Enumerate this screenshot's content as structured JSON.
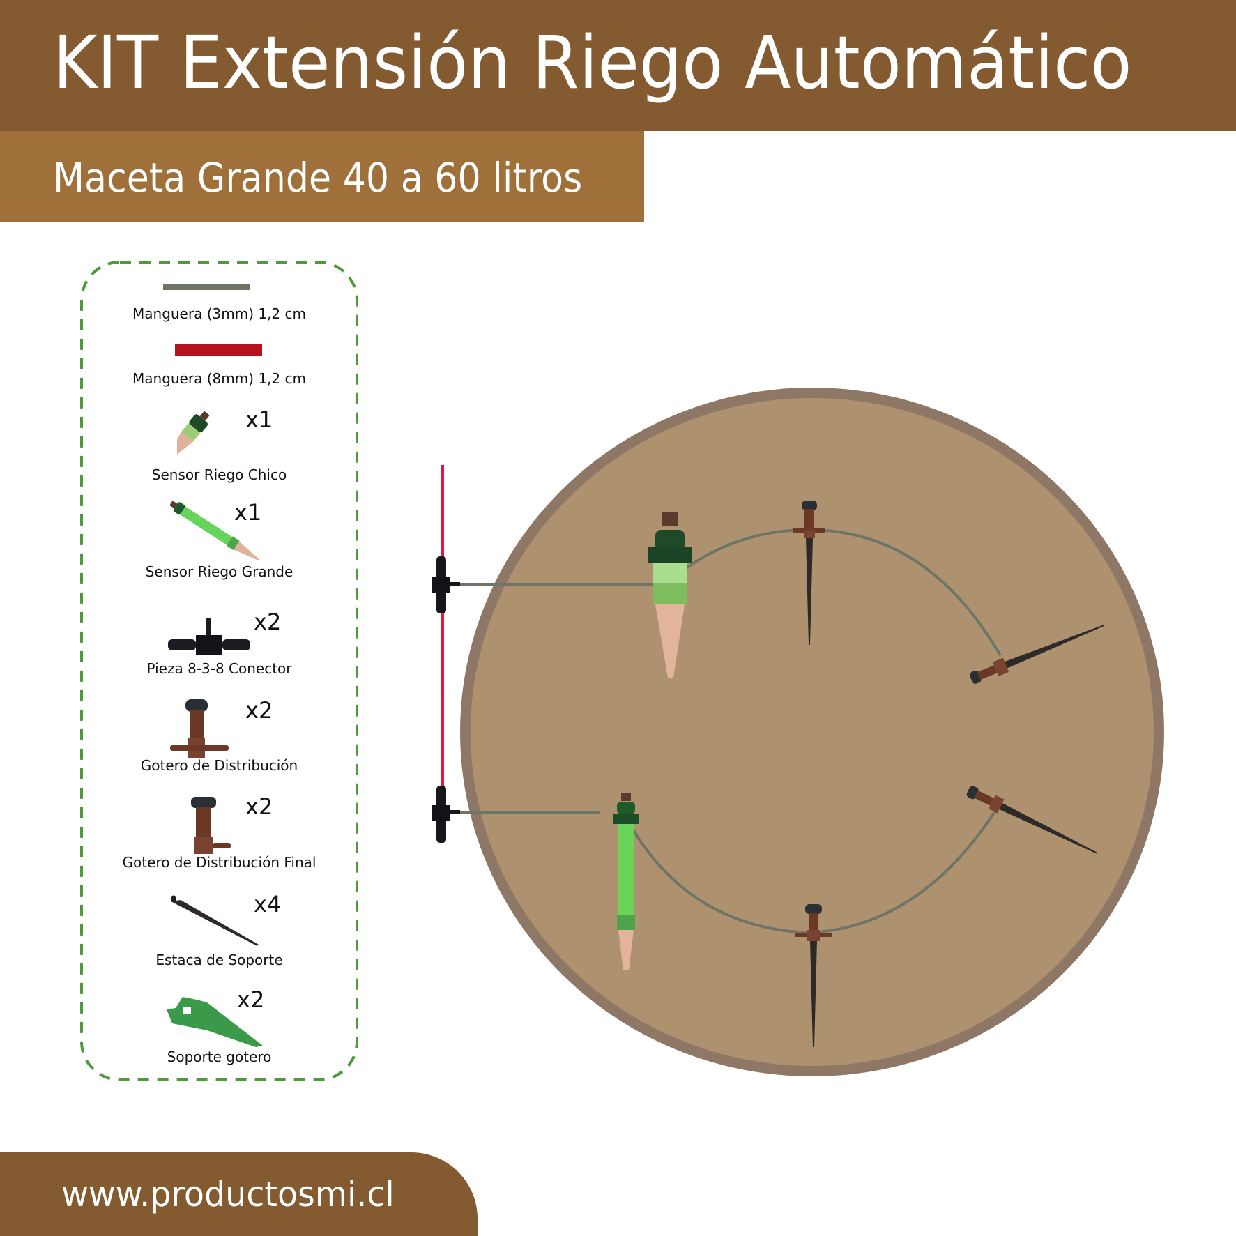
{
  "header": {
    "title": "KIT Extensión Riego Automático",
    "bg_color": "#845A30"
  },
  "subheader": {
    "title": "Maceta Grande 40 a 60 litros",
    "bg_color": "#A0703A"
  },
  "kit_list": {
    "border_color": "#4E9A3A",
    "items": [
      {
        "label": "Manguera (3mm) 1,2 cm",
        "icon": "gray-hose-3mm-icon",
        "color": "#6E7466",
        "qty": ""
      },
      {
        "label": "Manguera (8mm) 1,2 cm",
        "icon": "red-hose-8mm-icon",
        "color": "#B5121E",
        "qty": ""
      },
      {
        "label": "Sensor Riego Chico",
        "icon": "small-watering-sensor-icon",
        "qty": "x1"
      },
      {
        "label": "Sensor Riego Grande",
        "icon": "large-watering-sensor-icon",
        "qty": "x1"
      },
      {
        "label": "Pieza 8-3-8 Conector",
        "icon": "t-connector-icon",
        "qty": "x2"
      },
      {
        "label": "Gotero de Distribución",
        "icon": "distribution-dripper-icon",
        "qty": "x2"
      },
      {
        "label": "Gotero de Distribución Final",
        "icon": "final-distribution-dripper-icon",
        "qty": "x2"
      },
      {
        "label": "Estaca de Soporte",
        "icon": "support-stake-icon",
        "qty": "x4"
      },
      {
        "label": "Soporte gotero",
        "icon": "dripper-support-icon",
        "qty": "x2"
      }
    ]
  },
  "diagram": {
    "pot_rim_color": "#8F7766",
    "soil_color": "#AE9270",
    "main_hose_color": "#E3173A",
    "micro_hose_color": "#6E7466"
  },
  "footer": {
    "url": "www.productosmi.cl",
    "bg_color": "#845A30"
  }
}
